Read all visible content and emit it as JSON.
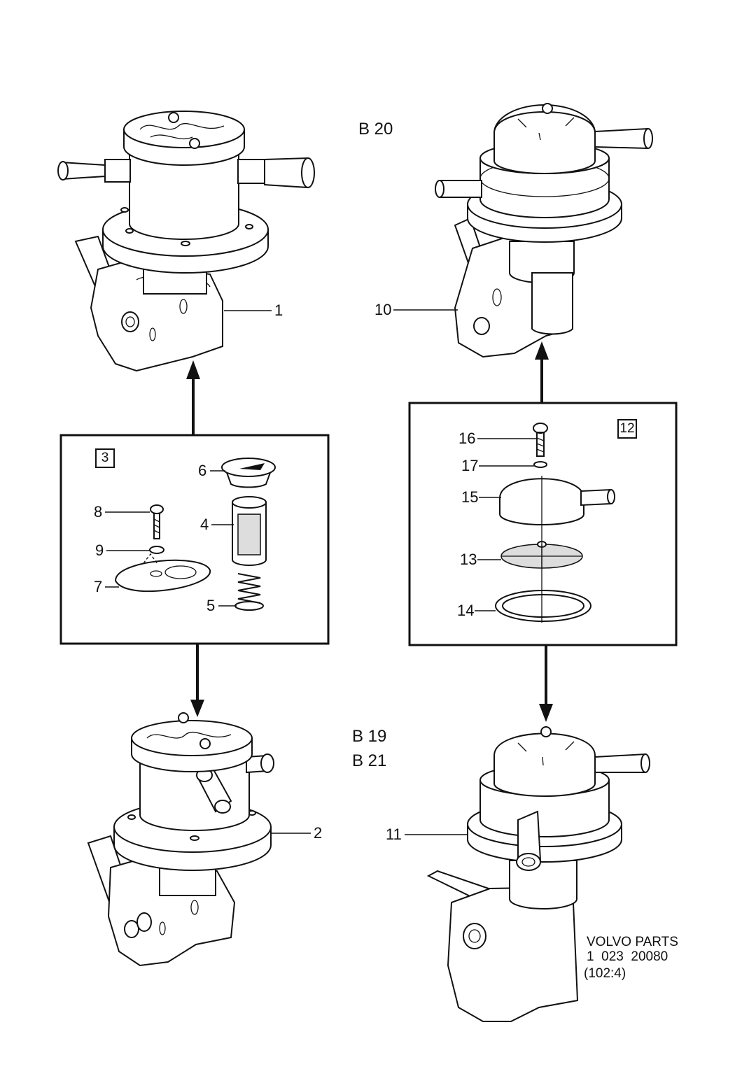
{
  "variants": {
    "b20": "B 20",
    "b19": "B 19",
    "b21": "B 21"
  },
  "group_boxes": {
    "left": "3",
    "right": "12"
  },
  "callouts": {
    "c1": "1",
    "c2": "2",
    "c4": "4",
    "c5": "5",
    "c6": "6",
    "c7": "7",
    "c8": "8",
    "c9": "9",
    "c10": "10",
    "c11": "11",
    "c13": "13",
    "c14": "14",
    "c15": "15",
    "c16": "16",
    "c17": "17"
  },
  "credit": {
    "line1": "VOLVO PARTS",
    "line2": "1  023  20080",
    "line3": "(102:4)"
  }
}
